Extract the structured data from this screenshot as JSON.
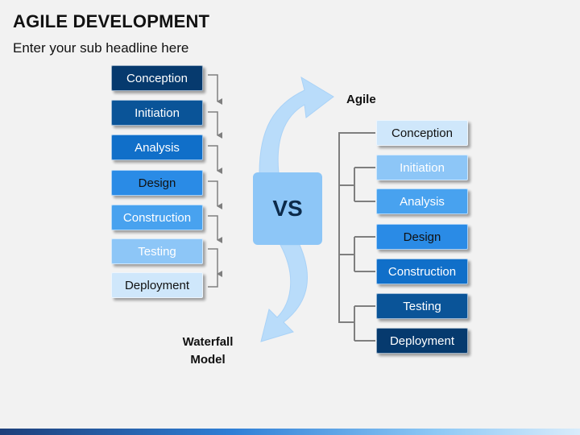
{
  "header": {
    "title": "AGILE DEVELOPMENT",
    "subtitle": "Enter your sub headline here"
  },
  "waterfall": {
    "label": "Waterfall\nModel",
    "steps": [
      "Conception",
      "Initiation",
      "Analysis",
      "Design",
      "Construction",
      "Testing",
      "Deployment"
    ]
  },
  "agile": {
    "label": "Agile",
    "steps": [
      "Conception",
      "Initiation",
      "Analysis",
      "Design",
      "Construction",
      "Testing",
      "Deployment"
    ]
  },
  "center": {
    "label": "VS"
  },
  "colors": {
    "dark_navy": "#063a6e",
    "navy": "#0a5498",
    "blue": "#106fc9",
    "mid_blue": "#2a8be6",
    "light_blue": "#48a2ef",
    "pale_blue": "#8dc6f7",
    "very_pale_blue": "#cfe7fb",
    "connector": "#7f7f7f",
    "arrow": "#b9dcfa"
  }
}
